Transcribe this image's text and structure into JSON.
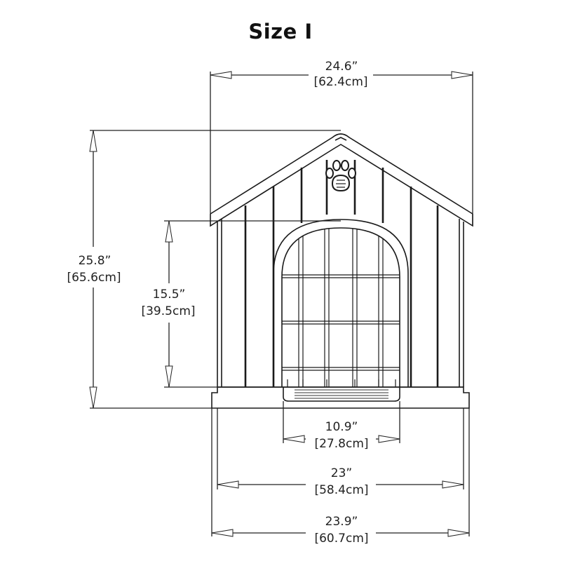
{
  "title": "Size I",
  "dimensions": {
    "roof_width": {
      "inches": "24.6”",
      "cm": "[62.4cm]"
    },
    "total_height": {
      "inches": "25.8”",
      "cm": "[65.6cm]"
    },
    "door_height": {
      "inches": "15.5”",
      "cm": "[39.5cm]"
    },
    "door_width": {
      "inches": "10.9”",
      "cm": "[27.8cm]"
    },
    "body_width": {
      "inches": "23”",
      "cm": "[58.4cm]"
    },
    "base_width": {
      "inches": "23.9”",
      "cm": "[60.7cm]"
    }
  },
  "icons": {
    "roof_emblem": "paw-print-icon"
  }
}
